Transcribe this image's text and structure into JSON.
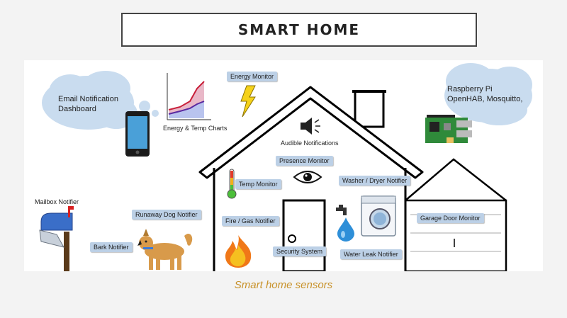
{
  "title": "SMART HOME",
  "caption": "Smart home sensors",
  "labels": {
    "email": "Email Notification Dashboard",
    "charts": "Energy & Temp Charts",
    "energy_monitor": "Energy Monitor",
    "raspberry_line1": "Raspberry Pi",
    "raspberry_line2": "OpenHAB, Mosquitto,",
    "audible": "Audible Notifications",
    "presence": "Presence Monitor",
    "washer": "Washer / Dryer Notifier",
    "temp": "Temp Monitor",
    "fire": "Fire / Gas Notifier",
    "security": "Security System",
    "water": "Water Leak Notifier",
    "garage": "Garage Door Monitor",
    "mailbox": "Mailbox Notifier",
    "runaway": "Runaway Dog Notifier",
    "bark": "Bark Notifier"
  },
  "colors": {
    "label_bg": "#bcd0e6",
    "cloud": "#c9dcef",
    "caption": "#c8922a"
  },
  "icons": [
    "smartphone-icon",
    "line-chart-icon",
    "lightning-icon",
    "raspberry-pi-board-icon",
    "speaker-icon",
    "eye-icon",
    "thermometer-icon",
    "flame-icon",
    "faucet-icon",
    "water-drop-icon",
    "washing-machine-icon",
    "mailbox-icon",
    "dog-icon"
  ]
}
